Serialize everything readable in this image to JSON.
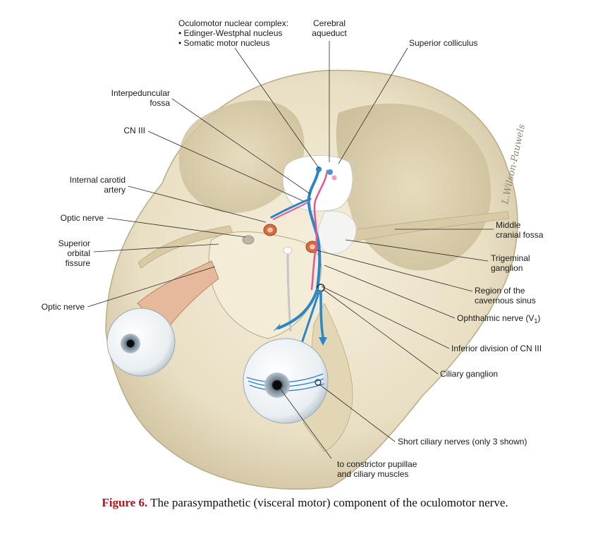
{
  "labels": {
    "oculomotor_complex": "Oculomotor nuclear complex:",
    "edinger_westphal": "• Edinger-Westphal nucleus",
    "somatic_motor": "• Somatic motor nucleus",
    "cerebral_aqueduct_1": "Cerebral",
    "cerebral_aqueduct_2": "aqueduct",
    "superior_colliculus": "Superior colliculus",
    "interpeduncular_1": "Interpeduncular",
    "interpeduncular_2": "fossa",
    "cn3": "CN III",
    "internal_carotid_1": "Internal carotid",
    "internal_carotid_2": "artery",
    "optic_nerve_top": "Optic nerve",
    "superior_orbital_1": "Superior",
    "superior_orbital_2": "orbital",
    "superior_orbital_3": "fissure",
    "optic_nerve_left": "Optic nerve",
    "middle_cranial_1": "Middle",
    "middle_cranial_2": "cranial fossa",
    "trigeminal_1": "Trigeminal",
    "trigeminal_2": "ganglion",
    "cavernous_1": "Region of the",
    "cavernous_2": "cavernous sinus",
    "ophthalmic": "Ophthalmic nerve (V",
    "ophthalmic_sub": "1",
    "ophthalmic_close": ")",
    "inferior_division": "Inferior division of CN III",
    "ciliary_ganglion": "Ciliary ganglion",
    "short_ciliary": "Short ciliary nerves (only 3 shown)",
    "constrictor_1": "to constrictor pupillae",
    "constrictor_2": "and ciliary muscles"
  },
  "signature": "L.Wilson-Pauwels",
  "caption": {
    "figure": "Figure 6.",
    "text": " The parasympathetic (visceral motor) component of the oculomotor nerve."
  },
  "colors": {
    "bone": "#efe6cf",
    "bone_shadow": "#cdbf9c",
    "nerve_blue": "#2b86c6",
    "nerve_pink": "#e0569b",
    "artery": "#d76c3b",
    "caption_red": "#b5121b"
  }
}
